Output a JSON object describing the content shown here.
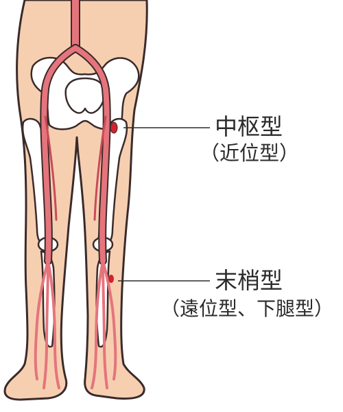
{
  "labels": {
    "central": {
      "main": "中枢型",
      "sub": "（近位型）"
    },
    "peripheral": {
      "main": "末梢型",
      "sub": "（遠位型、下腿型）"
    }
  },
  "colors": {
    "skin": "#f6cfb1",
    "bone": "#ffffff",
    "artery": "#e5747c",
    "artery_core": "#c94a57",
    "marker": "#d0232d",
    "outline": "#3a2a2a",
    "leader_line": "#2b2b2b"
  }
}
